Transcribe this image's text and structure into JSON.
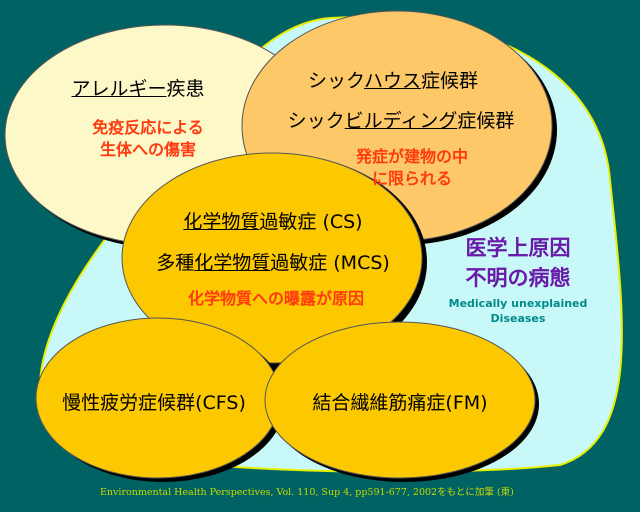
{
  "allergy": {
    "title_underlined": "アレルギー",
    "title_rest": "疾患",
    "desc1": "免疫反応による",
    "desc2": "生体への傷害"
  },
  "sickhouse": {
    "line1_pre": "シック",
    "line1_u": "ハウス",
    "line1_post": "症候群",
    "line2_pre": "シック",
    "line2_u": "ビルディング",
    "line2_post": "症候群",
    "desc1": "発症が建物の中",
    "desc2": "に限られる"
  },
  "chemical": {
    "line1_u": "化学物質",
    "line1_post": "過敏症 (CS)",
    "line2_pre": "多種",
    "line2_u": "化学物質",
    "line2_post": "過敏症 (MCS)",
    "desc": "化学物質への曝露が原因"
  },
  "cfs": {
    "label": "慢性疲労症候群(CFS)"
  },
  "fm": {
    "label": "結合繊維筋痛症(FM)"
  },
  "unexplained": {
    "jp1": "医学上原因",
    "jp2": "不明の病態",
    "en1": "Medically unexplained",
    "en2": "Diseases"
  },
  "footer": "Environmental Health Perspectives, Vol. 110, Sup 4, pp591-677, 2002をもとに加筆 (東)",
  "colors": {
    "background": "#006262",
    "region": "#c8f8f8",
    "allergy": "#fcf8c8",
    "sickhouse": "#fcc868",
    "chemical": "#fcc800"
  }
}
